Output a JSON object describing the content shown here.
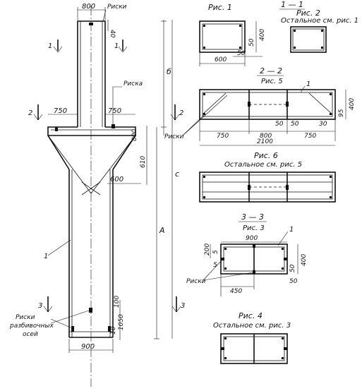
{
  "main": {
    "dims": {
      "d800_top": "800",
      "d40": "40",
      "b": "б",
      "c": "с",
      "a": "А",
      "d750_l": "750",
      "d750_r": "750",
      "d800_side": "800",
      "d610": "610",
      "d600": "600",
      "d100": "100",
      "d1050": "1050",
      "d10": "10",
      "d900": "900"
    },
    "marks": {
      "riski_top": "Риски",
      "riska": "Риска",
      "riski_mid": "Риски",
      "riski_bottom_1": "Риски",
      "riski_bottom_2": "разбивочных",
      "riski_bottom_3": "осей",
      "pos1": "1"
    },
    "sections": {
      "s1": "1",
      "s2": "2",
      "s3": "3"
    }
  },
  "fig1": {
    "title": "Рис. 1",
    "d600": "600",
    "d400": "400",
    "d50a": "50",
    "d50b": "50"
  },
  "fig2": {
    "section": "1 — 1",
    "title": "Рис. 2",
    "note": "Остальное см. рис. 1"
  },
  "sec22": {
    "section": "2 — 2",
    "ref": "Рис. 5",
    "pos": "1",
    "d750a": "750",
    "d800": "800",
    "d750b": "750",
    "d2100": "2100",
    "d50a": "50",
    "d50b": "50",
    "d30": "30",
    "d95": "95",
    "d400": "400"
  },
  "fig6": {
    "title": "Рис. 6",
    "note": "Остальное см. рис. 5"
  },
  "sec33": {
    "section": "3 — 3",
    "ref": "Рис. 3",
    "pos": "1",
    "d200": "200",
    "d5a": "5",
    "d5b": "5",
    "d900": "900",
    "d450": "450",
    "d400": "400",
    "d50a": "50",
    "d50b": "50",
    "riski": "Риски"
  },
  "fig4": {
    "title": "Рис. 4",
    "note": "Остальное см. рис. 3"
  }
}
